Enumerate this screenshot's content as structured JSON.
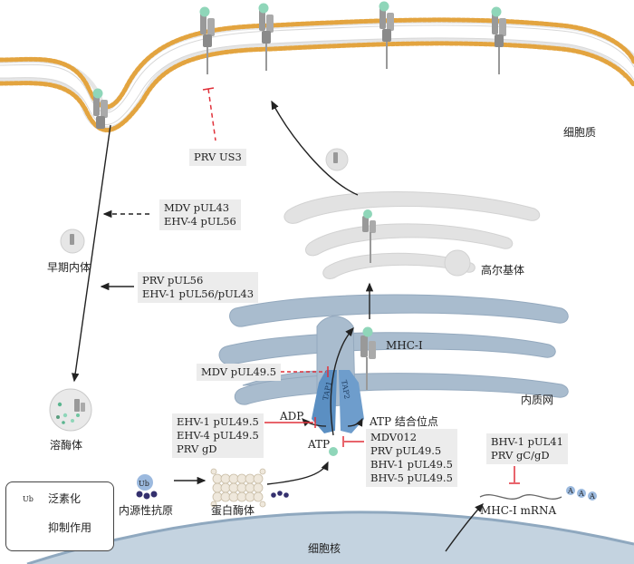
{
  "labels": {
    "cytoplasm": "细胞质",
    "golgi": "高尔基体",
    "mhc1": "MHC-I",
    "er": "内质网",
    "atp_site": "ATP 结合位点",
    "adp": "ADP",
    "atp": "ATP",
    "tap1": "TAP1",
    "tap2": "TAP2",
    "early_endosome": "早期内体",
    "lysosome": "溶酶体",
    "endogenous_antigen": "内源性抗原",
    "proteasome": "蛋白酶体",
    "nucleus": "细胞核",
    "mrna": "MHC-I mRNA",
    "ub": "Ub"
  },
  "boxes": {
    "us3": [
      "PRV US3"
    ],
    "mdv_pul43": [
      "MDV pUL43",
      "EHV-4 pUL56"
    ],
    "prv_pul56": [
      "PRV pUL56",
      "EHV-1 pUL56/pUL43"
    ],
    "mdv_pul49_5": [
      "MDV pUL49.5"
    ],
    "ehv_group": [
      "EHV-1 pUL49.5",
      "EHV-4 pUL49.5",
      "PRV gD"
    ],
    "mdv012_group": [
      "MDV012",
      "PRV pUL49.5",
      "BHV-1 pUL49.5",
      "BHV-5 pUL49.5"
    ],
    "bhv_pul41": [
      "BHV-1 pUL41",
      "PRV gC/gD"
    ]
  },
  "legend": {
    "ub_label": "泛素化",
    "inhibit_label": "抑制作用"
  },
  "colors": {
    "lipid_head": "#e3a43f",
    "er": "#a9bcce",
    "tap": "#5b8fc2",
    "golgi": "#e2e2e2",
    "nucleus": "#b9cbdb",
    "inhibit": "#e0313a",
    "ub": "#9bb9de",
    "peptide": "#8fd6b9",
    "box": "#ececec"
  }
}
